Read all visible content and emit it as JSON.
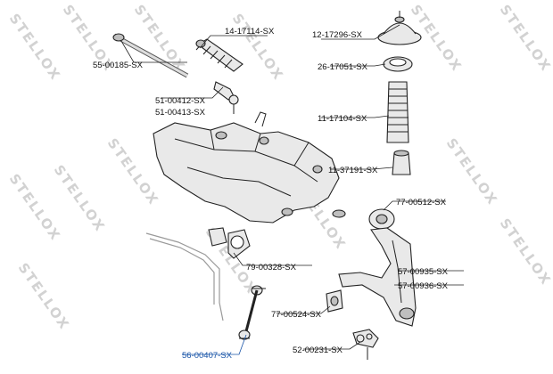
{
  "watermark": {
    "text": "STELLOX",
    "color": "#d2d2d2"
  },
  "labels": {
    "p14_17114": "14-17114-SX",
    "p12_17296": "12-17296-SX",
    "p55_00185": "55-00185-SX",
    "p26_17051": "26-17051-SX",
    "p51_00412": "51-00412-SX",
    "p51_00413": "51-00413-SX",
    "p11_17104": "11-17104-SX",
    "p11_37191": "11-37191-SX",
    "p77_00512": "77-00512-SX",
    "p79_00328": "79-00328-SX",
    "p57_00935": "57-00935-SX",
    "p57_00936": "57-00936-SX",
    "p77_00524": "77-00524-SX",
    "p52_00231": "52-00231-SX",
    "p56_00407": "56-00407-SX"
  },
  "colors": {
    "highlight_label": "#1a55a8",
    "part_fill": "#e9e9e9",
    "line": "#222222"
  }
}
